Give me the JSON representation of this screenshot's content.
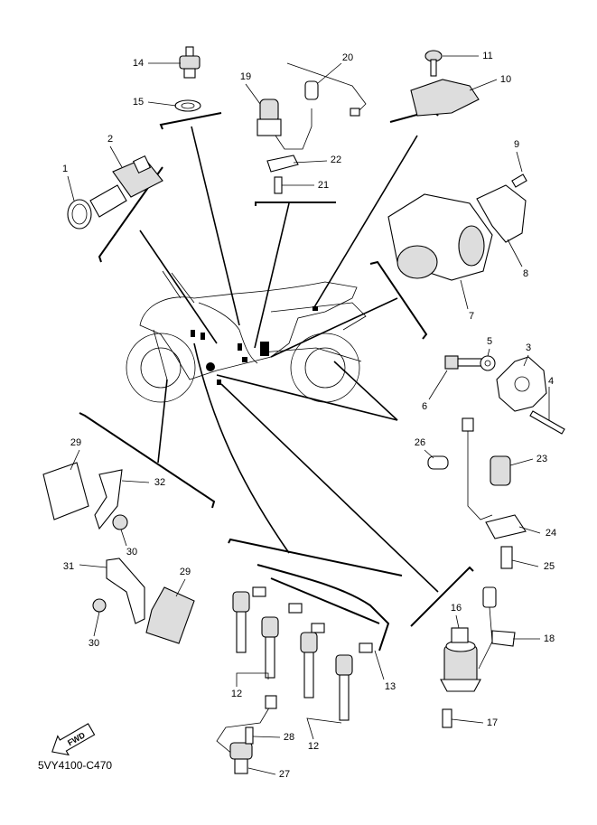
{
  "diagram_code": "5VY4100-C470",
  "fwd_label": "FWD",
  "callouts": {
    "c1": "1",
    "c2": "2",
    "c3": "3",
    "c4": "4",
    "c5": "5",
    "c6": "6",
    "c7": "7",
    "c8": "8",
    "c9": "9",
    "c10": "10",
    "c11": "11",
    "c12a": "12",
    "c12b": "12",
    "c13": "13",
    "c14": "14",
    "c15": "15",
    "c16": "16",
    "c17": "17",
    "c18": "18",
    "c19": "19",
    "c20": "20",
    "c21": "21",
    "c22": "22",
    "c23": "23",
    "c24": "24",
    "c25": "25",
    "c26": "26",
    "c27": "27",
    "c28": "28",
    "c29a": "29",
    "c29b": "29",
    "c30a": "30",
    "c30b": "30",
    "c31": "31",
    "c32": "32"
  }
}
